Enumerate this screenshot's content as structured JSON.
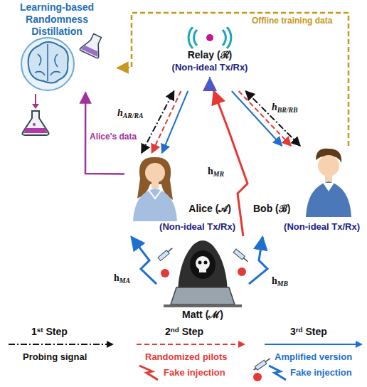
{
  "diagram": {
    "nodes": [
      {
        "text": [
          "Learning-based Randomness Distillation"
        ]
      },
      {
        "text": [
          "Relay (ℛ)",
          "(Non-ideal Tx/Rx)"
        ]
      },
      {
        "text": [
          "Alice (𝒜)",
          "(Non-ideal Tx/Rx)"
        ]
      },
      {
        "text": [
          "Bob (ℬ)",
          "(Non-ideal Tx/Rx)"
        ]
      },
      {
        "text": [
          "Matt (ℳ)"
        ]
      }
    ],
    "edges": [
      {
        "from": 2,
        "to": 1,
        "arrow": "both",
        "label": "hAR/RA"
      },
      {
        "from": 1,
        "to": 2,
        "arrow": "to"
      },
      {
        "from": 1,
        "to": 2,
        "arrow": "to"
      },
      {
        "from": 3,
        "to": 1,
        "arrow": "both",
        "label": "hBR/RB"
      },
      {
        "from": 1,
        "to": 3,
        "arrow": "to"
      },
      {
        "from": 1,
        "to": 3,
        "arrow": "to"
      },
      {
        "from": 4,
        "to": 1,
        "arrow": "to",
        "label": "hMR"
      },
      {
        "from": 4,
        "to": 2,
        "arrow": "to",
        "label": "hMA"
      },
      {
        "from": 4,
        "to": 3,
        "arrow": "to",
        "label": "hMB"
      },
      {
        "from": 3,
        "to": 0,
        "arrow": "to",
        "label": "Offline training data"
      },
      {
        "from": 2,
        "to": 0,
        "arrow": "to",
        "label": "Alice's data"
      }
    ],
    "labels": [
      "1st Step",
      "2nd Step",
      "3rd Step"
    ],
    "legend": [
      {
        "text": "Probing signal"
      },
      {
        "text": "Randomized pilots"
      },
      {
        "text": "Amplified version"
      },
      {
        "text": "Fake injection"
      },
      {
        "text": "Fake injection"
      }
    ]
  }
}
